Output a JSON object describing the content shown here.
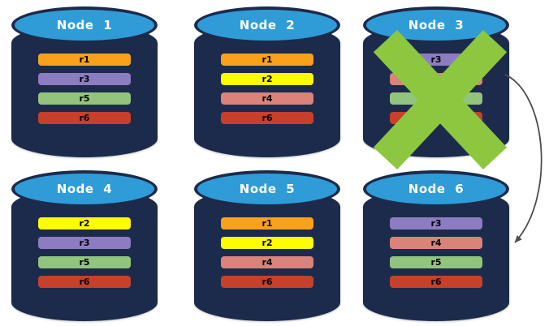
{
  "background": "#ffffff",
  "diagram": {
    "type": "database-replication-failover",
    "cylinder": {
      "body_color": "#1c2b4b",
      "top_color": "#2f9cd8",
      "title_color": "#ffffff",
      "bar_label_color": "#000000"
    },
    "replica_palette": {
      "r1": "#f9a11b",
      "r2": "#fdfd00",
      "r3": "#8e7cc3",
      "r4": "#d9837a",
      "r5": "#93c47d",
      "r6": "#c6402b"
    },
    "failure_marker": {
      "node": "Node 3",
      "color": "#8dc63f"
    },
    "arrow": {
      "from": "Node 3",
      "to": "Node 6",
      "color": "#4d4d4d"
    },
    "nodes": [
      {
        "title": "Node 1",
        "failed": false,
        "replicas": [
          {
            "label": "r1",
            "color": "#f9a11b"
          },
          {
            "label": "r3",
            "color": "#8e7cc3"
          },
          {
            "label": "r5",
            "color": "#93c47d"
          },
          {
            "label": "r6",
            "color": "#c6402b"
          }
        ]
      },
      {
        "title": "Node 2",
        "failed": false,
        "replicas": [
          {
            "label": "r1",
            "color": "#f9a11b"
          },
          {
            "label": "r2",
            "color": "#fdfd00"
          },
          {
            "label": "r4",
            "color": "#d9837a"
          },
          {
            "label": "r6",
            "color": "#c6402b"
          }
        ]
      },
      {
        "title": "Node 3",
        "failed": true,
        "replicas": [
          {
            "label": "r3",
            "color": "#8e7cc3"
          },
          {
            "label": "",
            "color": "#d9837a"
          },
          {
            "label": "",
            "color": "#93c47d"
          },
          {
            "label": "",
            "color": "#c6402b"
          }
        ]
      },
      {
        "title": "Node 4",
        "failed": false,
        "replicas": [
          {
            "label": "r2",
            "color": "#fdfd00"
          },
          {
            "label": "r3",
            "color": "#8e7cc3"
          },
          {
            "label": "r5",
            "color": "#93c47d"
          },
          {
            "label": "r6",
            "color": "#c6402b"
          }
        ]
      },
      {
        "title": "Node 5",
        "failed": false,
        "replicas": [
          {
            "label": "r1",
            "color": "#f9a11b"
          },
          {
            "label": "r2",
            "color": "#fdfd00"
          },
          {
            "label": "r4",
            "color": "#d9837a"
          },
          {
            "label": "r6",
            "color": "#c6402b"
          }
        ]
      },
      {
        "title": "Node 6",
        "failed": false,
        "replicas": [
          {
            "label": "r3",
            "color": "#8e7cc3"
          },
          {
            "label": "r4",
            "color": "#d9837a"
          },
          {
            "label": "r5",
            "color": "#93c47d"
          },
          {
            "label": "r6",
            "color": "#c6402b"
          }
        ]
      }
    ]
  }
}
